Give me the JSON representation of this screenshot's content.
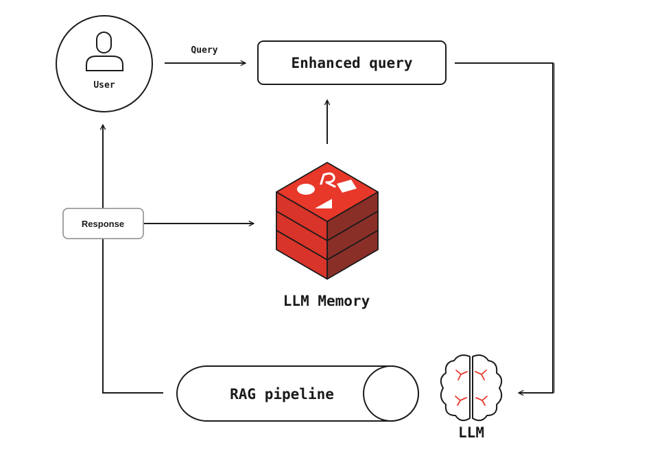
{
  "nodes": {
    "user": {
      "label": "User",
      "icon": "user-icon"
    },
    "enhanced_query": {
      "label": "Enhanced query"
    },
    "llm_memory": {
      "label": "LLM Memory",
      "icon": "redis-cube-icon"
    },
    "rag_pipeline": {
      "label": "RAG pipeline",
      "icon": "cylinder-icon"
    },
    "llm": {
      "label": "LLM",
      "icon": "brain-icon"
    }
  },
  "edges": {
    "query": {
      "label": "Query"
    },
    "response": {
      "label": "Response"
    }
  },
  "colors": {
    "stroke": "#1a1a1a",
    "cube_top": "#e8382a",
    "cube_front": "#d8342a",
    "cube_side": "#8a2f28",
    "brain_accent": "#e8382a",
    "response_border": "#9a9a9a"
  }
}
